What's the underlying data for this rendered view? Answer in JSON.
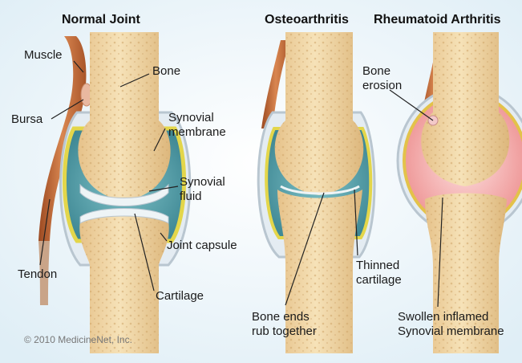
{
  "panels": [
    {
      "title": "Normal Joint"
    },
    {
      "title": "Osteoarthritis"
    },
    {
      "title": "Rheumatoid Arthritis"
    }
  ],
  "labels": {
    "muscle": "Muscle",
    "bursa": "Bursa",
    "bone": "Bone",
    "synovial_membrane_1": "Synovial",
    "synovial_membrane_2": "membrane",
    "synovial_fluid_1": "Synovial",
    "synovial_fluid_2": "fluid",
    "joint_capsule": "Joint capsule",
    "tendon": "Tendon",
    "cartilage": "Cartilage",
    "bone_ends_1": "Bone ends",
    "bone_ends_2": "rub together",
    "thinned_cartilage_1": "Thinned",
    "thinned_cartilage_2": "cartilage",
    "bone_erosion_1": "Bone",
    "bone_erosion_2": "erosion",
    "swollen_1": "Swollen inflamed",
    "swollen_2": "Synovial membrane"
  },
  "copyright": "© 2010 MedicineNet, Inc.",
  "colors": {
    "background": "#eef5fa",
    "bone": "#f1d7a3",
    "bone_dark": "#d9b67a",
    "synovial_fluid": "#4f9aa5",
    "synovial_membrane": "#e3d64a",
    "capsule": "#c9d4dc",
    "muscle": "#c46a3a",
    "inflamed": "#ef9a9a"
  }
}
